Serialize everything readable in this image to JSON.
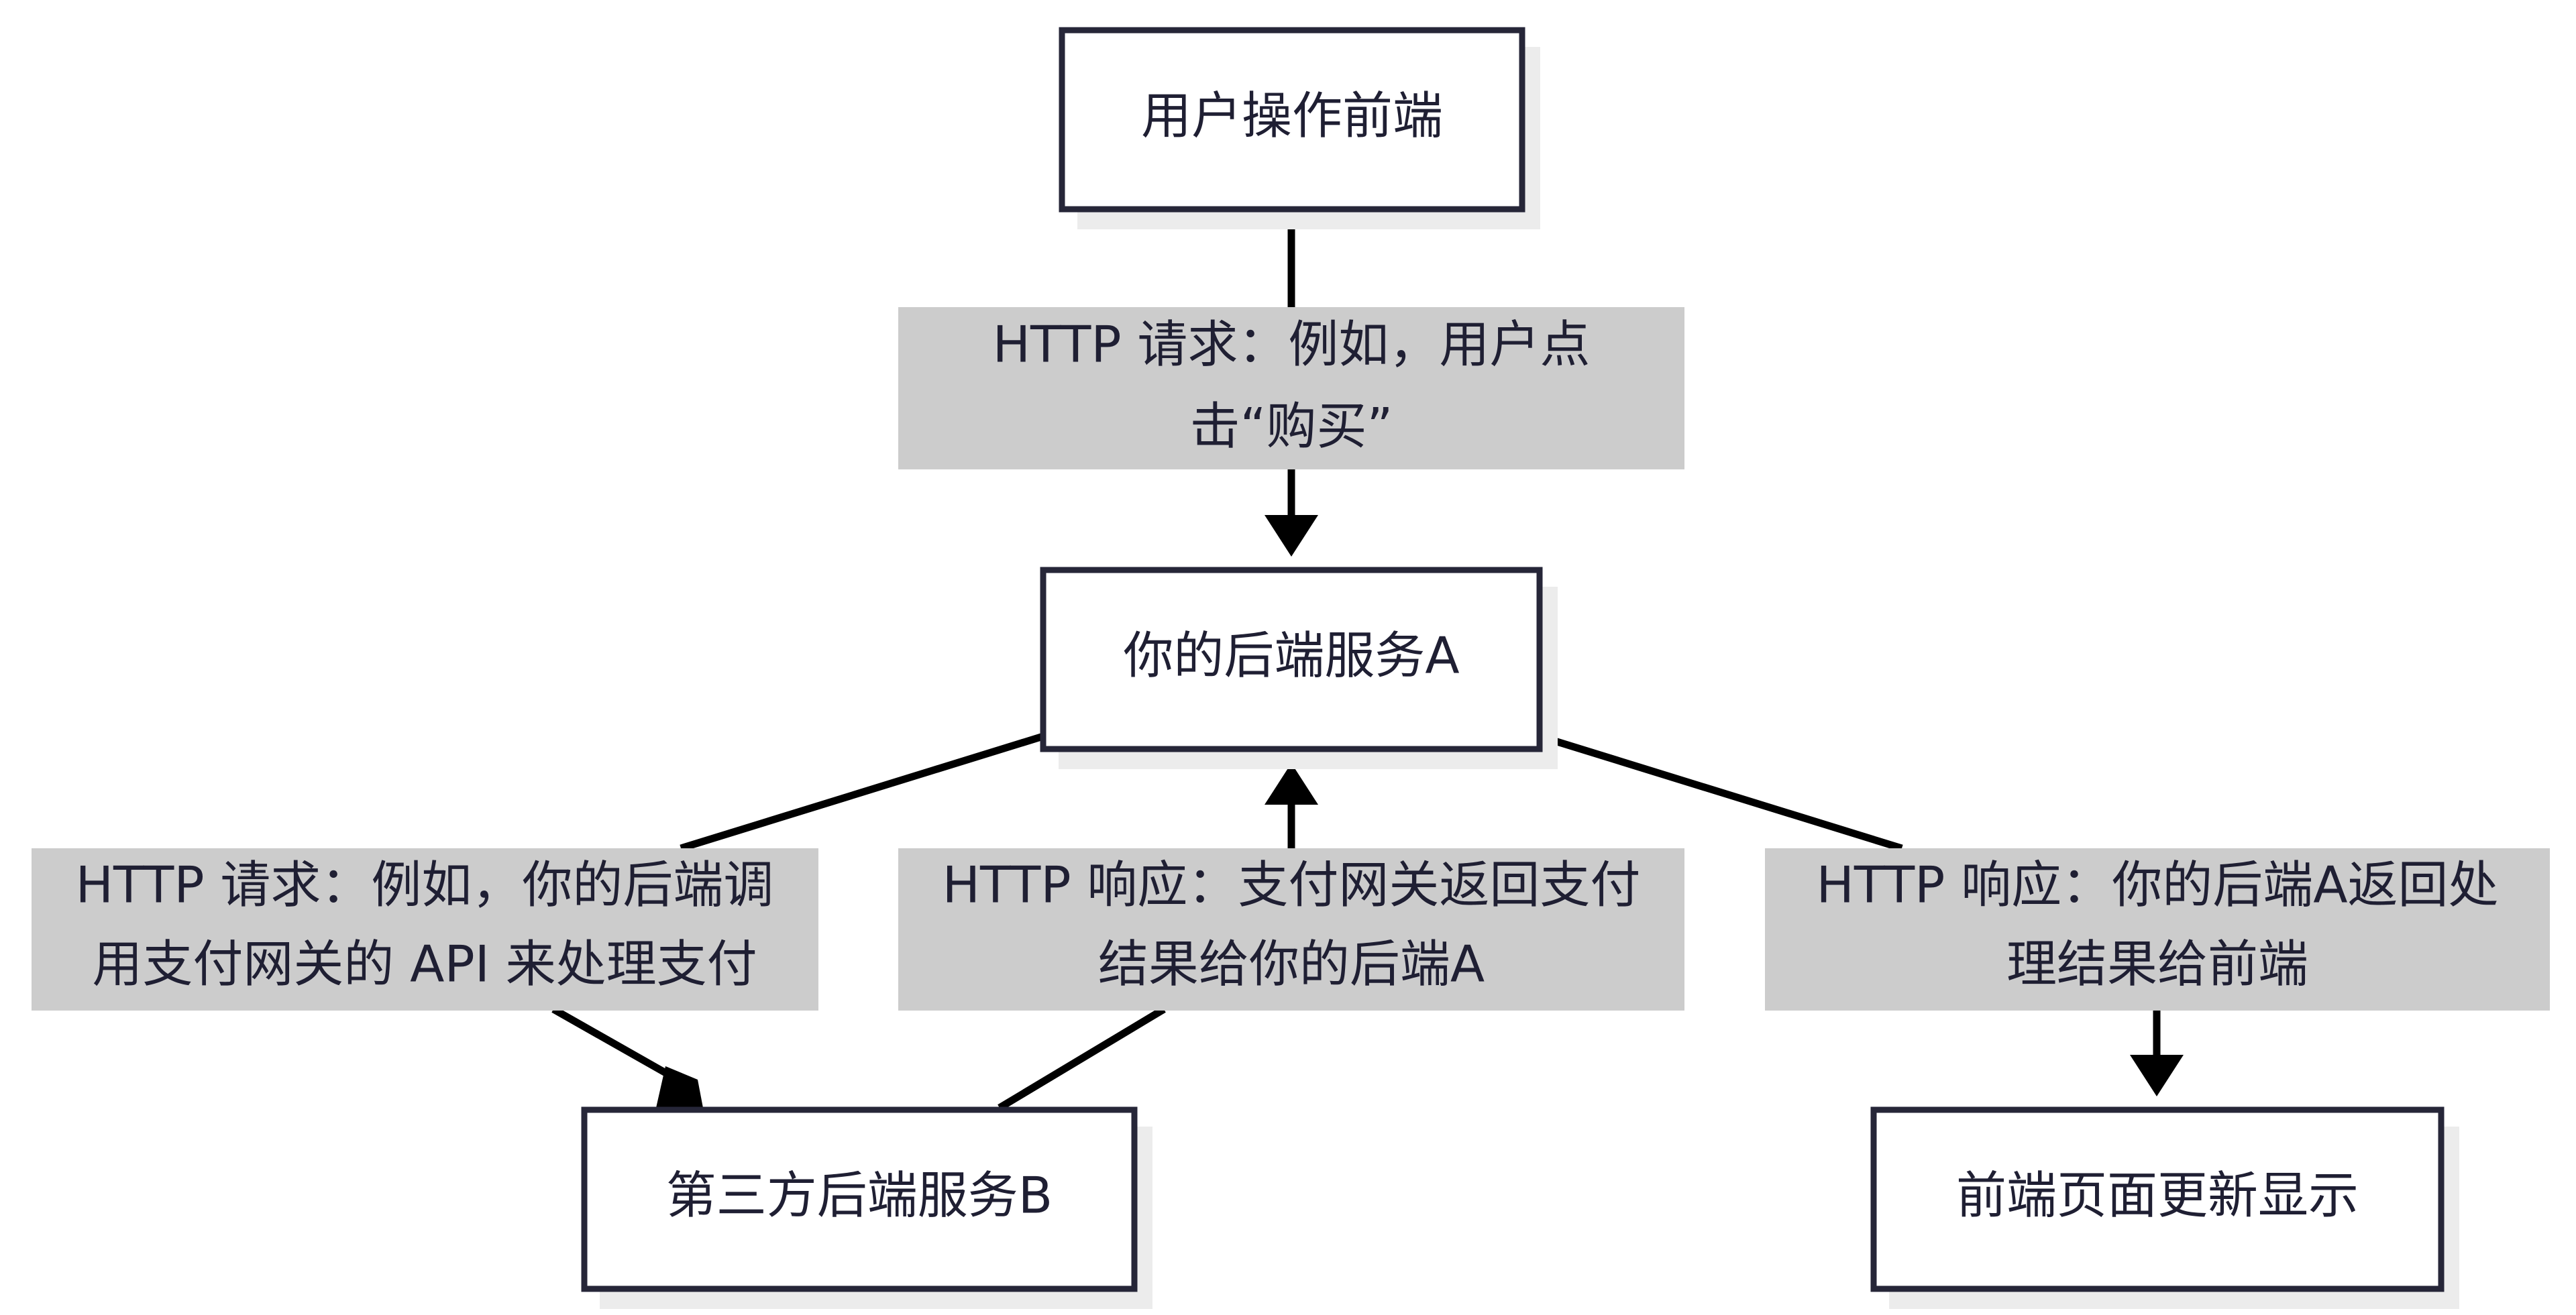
{
  "nodes": {
    "user_frontend": "用户操作前端",
    "service_a": "你的后端服务A",
    "service_b": "第三方后端服务B",
    "frontend_update": "前端页面更新显示"
  },
  "edges": {
    "request_to_a": {
      "line1": "HTTP 请求：例如，用户点",
      "line2": "击“购买”"
    },
    "request_to_b": {
      "line1": "HTTP 请求：例如，你的后端调",
      "line2": "用支付网关的 API 来处理支付"
    },
    "response_from_b": {
      "line1": "HTTP 响应：支付网关返回支付",
      "line2": "结果给你的后端A"
    },
    "response_to_frontend": {
      "line1": "HTTP 响应：你的后端A返回处",
      "line2": "理结果给前端"
    }
  },
  "colors": {
    "stroke": "#262638",
    "line": "#000000",
    "label_bg": "#cccccc",
    "shadow": "#ececec",
    "text": "#1f1f33"
  }
}
